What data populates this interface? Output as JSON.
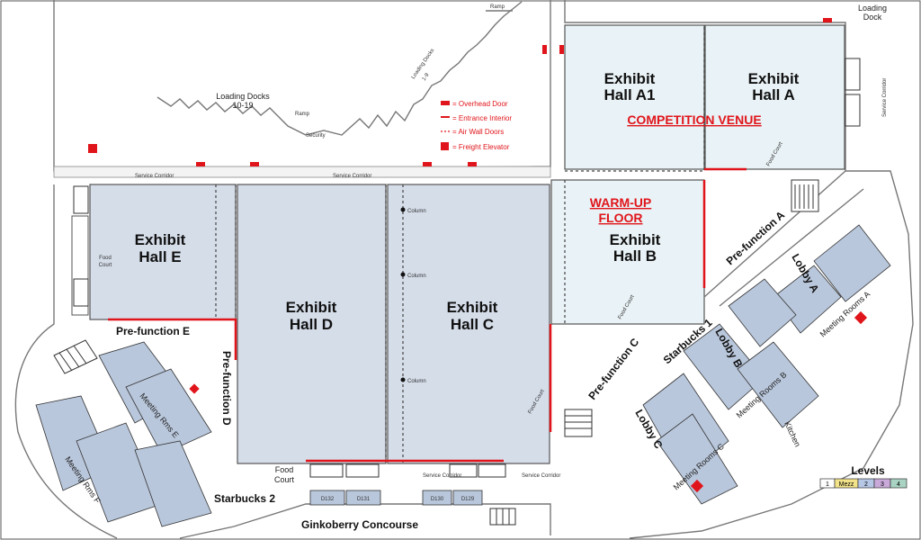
{
  "halls": {
    "a1": "Exhibit Hall A1",
    "a": "Exhibit Hall A",
    "b": "Exhibit Hall B",
    "c": "Exhibit Hall C",
    "d": "Exhibit Hall D",
    "e": "Exhibit Hall E"
  },
  "hall_lines": {
    "a1": [
      "Exhibit",
      "Hall A1"
    ],
    "a": [
      "Exhibit",
      "Hall A"
    ],
    "b": [
      "Exhibit",
      "Hall B"
    ],
    "c": [
      "Exhibit",
      "Hall C"
    ],
    "d": [
      "Exhibit",
      "Hall D"
    ],
    "e": [
      "Exhibit",
      "Hall E"
    ]
  },
  "venue": {
    "competition": "COMPETITION VENUE",
    "warmup_1": "WARM-UP",
    "warmup_2": "FLOOR"
  },
  "areas": {
    "prefunction_a": "Pre-function A",
    "prefunction_c": "Pre-function C",
    "prefunction_d": "Pre-function D",
    "prefunction_e": "Pre-function E",
    "starbucks_1": "Starbucks 1",
    "starbucks_2": "Starbucks 2",
    "ginkoberry": "Ginkoberry Concourse",
    "lobby_a": "Lobby A",
    "lobby_b": "Lobby B",
    "lobby_c": "Lobby C",
    "food_court": "Food Court",
    "food_court_1": "Food",
    "food_court_2": "Court",
    "kitchen": "Kitchen",
    "service_corridor": "Service Corridor",
    "loading_dock_1": "Loading",
    "loading_dock_2": "Dock",
    "loading_docks_10_19_1": "Loading Docks",
    "loading_docks_10_19_2": "10-19",
    "loading_docks_1_9_1": "Loading Docks",
    "loading_docks_1_9_2": "1-9",
    "ramp": "Ramp",
    "security": "Security",
    "column": "Column",
    "meeting_rooms_a": "Meeting Rooms A",
    "meeting_rooms_b": "Meeting Rooms B",
    "meeting_rooms_c": "Meeting Rooms C",
    "meeting_rooms_e": "Meeting Rms E",
    "meeting_rooms_f": "Meeting Rms F"
  },
  "rooms": {
    "d132": "D132",
    "d131": "D131",
    "d130": "D130",
    "d129": "D129"
  },
  "legend": {
    "overhead_door": "= Overhead Door",
    "entrance_interior": "= Entrance Interior",
    "air_wall_doors": "= Air Wall Doors",
    "freight_elevator": "= Freight Elevator"
  },
  "levels": {
    "title": "Levels",
    "items": [
      "1",
      "Mezz",
      "2",
      "3",
      "4"
    ],
    "colors": [
      "#ffffff",
      "#f2e28a",
      "#b6c7e6",
      "#c9a9d9",
      "#a9d3c2"
    ]
  },
  "colors": {
    "accent_red": "#e0151b",
    "hall_fill": "#d5dde9",
    "hall_white": "#e9f2f6",
    "room_fill": "#b9c7dc"
  }
}
